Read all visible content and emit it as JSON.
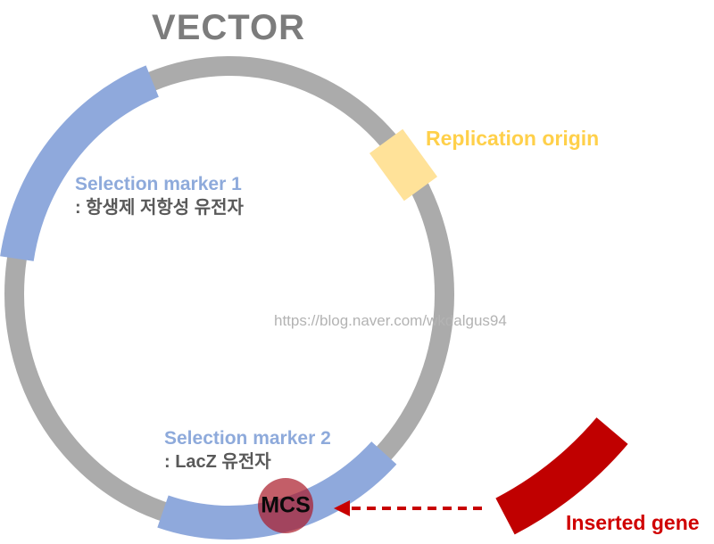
{
  "header": {
    "title": "VECTOR"
  },
  "plasmid": {
    "watermark": "https://blog.naver.com/wkdalgus94",
    "segments": {
      "replication_origin": {
        "label": "Replication origin"
      },
      "selection_marker_1": {
        "label": "Selection marker 1",
        "description": ": 항생제 저항성 유전자"
      },
      "selection_marker_2": {
        "label": "Selection marker 2",
        "description": ": LacZ 유전자"
      },
      "mcs": {
        "label": "MCS"
      },
      "inserted_gene": {
        "label": "Inserted gene"
      }
    }
  },
  "colors": {
    "ring_gray": "#ababab",
    "marker_blue": "#8fa9dc",
    "label_blue": "#8eaadb",
    "origin_yellow_fill": "#ffe299",
    "origin_label_yellow": "#ffd04a",
    "gene_red": "#c00000",
    "arrow_red": "#c80000",
    "mcs_fill": "#aa1928",
    "description_gray": "#595959",
    "title_gray": "#7c7c7c",
    "watermark_gray": "#b3b3b3"
  }
}
